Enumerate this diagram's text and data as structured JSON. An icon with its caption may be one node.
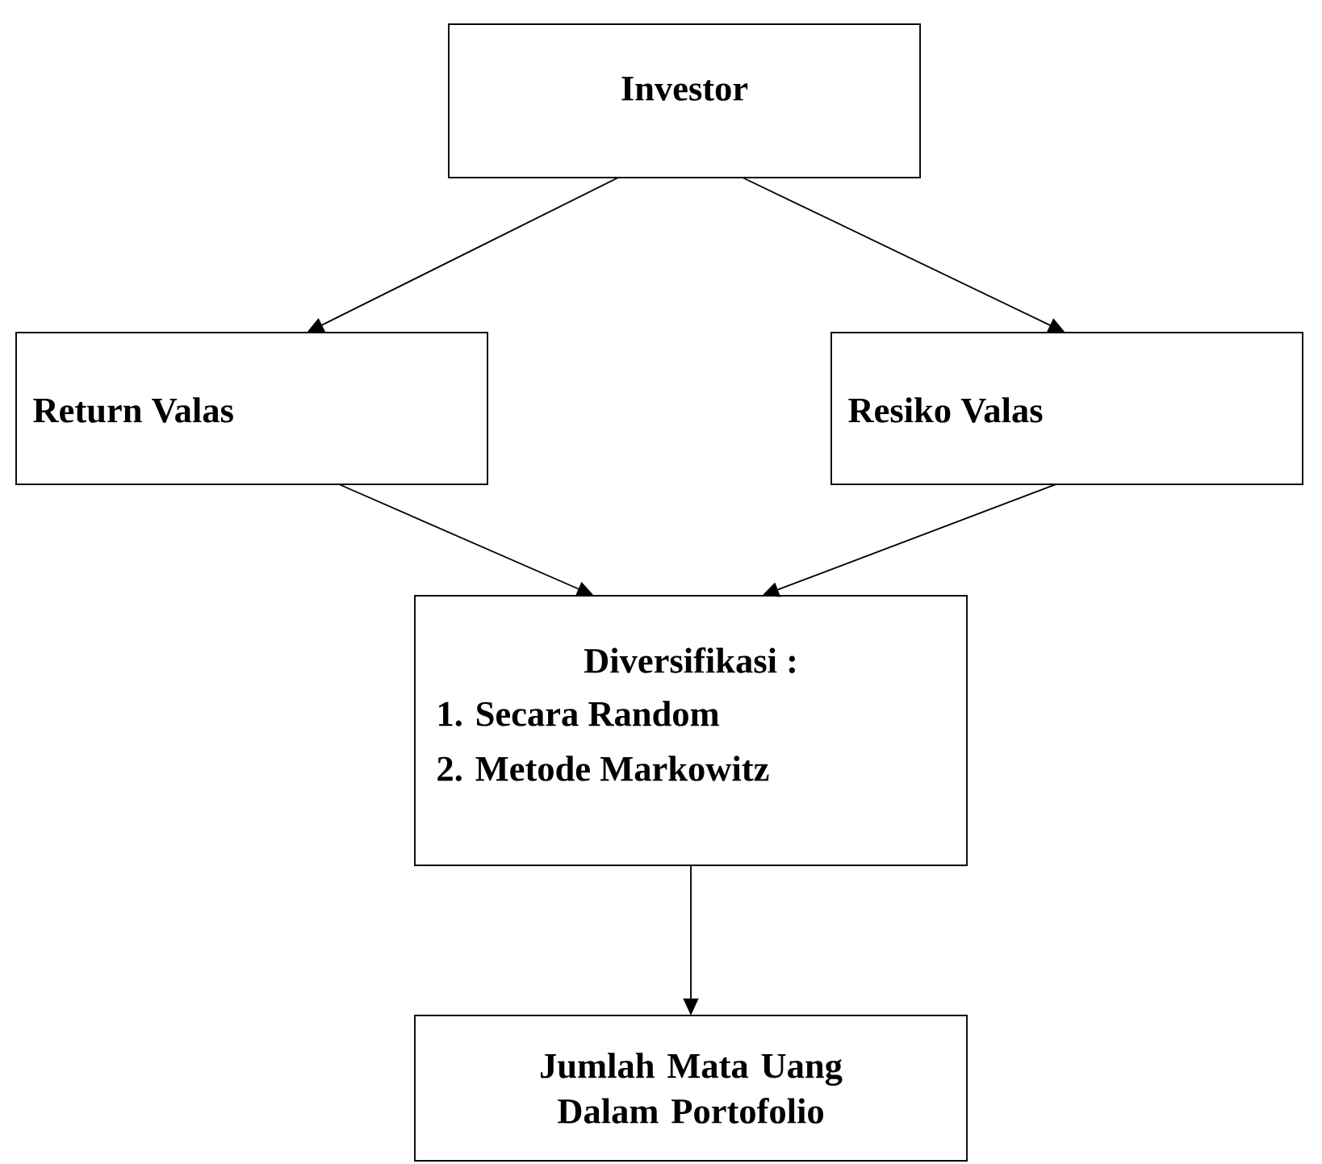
{
  "diagram": {
    "nodes": [
      {
        "text": [
          "Investor"
        ]
      },
      {
        "text": [
          "Return Valas"
        ]
      },
      {
        "text": [
          "Resiko Valas"
        ]
      },
      {
        "text": [
          "Diversifikasi :",
          "1. Secara Random",
          "2. Metode Markowitz"
        ]
      },
      {
        "text": [
          "Jumlah Mata Uang Dalam Portofolio"
        ]
      }
    ],
    "edges": [
      {
        "from": 0,
        "to": 1,
        "arrow": "to"
      },
      {
        "from": 0,
        "to": 2,
        "arrow": "to"
      },
      {
        "from": 1,
        "to": 3,
        "arrow": "to"
      },
      {
        "from": 2,
        "to": 3,
        "arrow": "to"
      },
      {
        "from": 3,
        "to": 4,
        "arrow": "to"
      }
    ]
  }
}
